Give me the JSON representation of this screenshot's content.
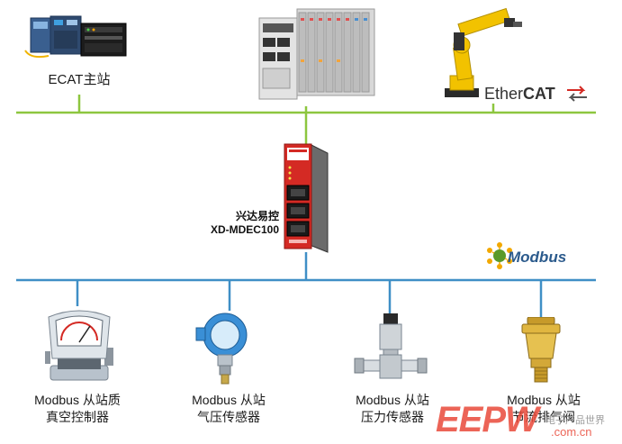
{
  "colors": {
    "ethercat_bus": "#8dc63f",
    "modbus_bus": "#3f8fc6",
    "gateway": "#d42a24",
    "watermark": "#e94a3a"
  },
  "ethercat": {
    "master_label": "ECAT主站",
    "logo_prefix": "Ether",
    "logo_suffix": "CAT"
  },
  "gateway": {
    "label_line1": "兴达易控",
    "label_line2": "XD-MDEC100"
  },
  "modbus": {
    "logo_text": "Modbus",
    "devices": [
      {
        "line1": "Modbus 从站质",
        "line2": "真空控制器",
        "icon": "vacuum-gauge-icon"
      },
      {
        "line1": "Modbus  从站",
        "line2": "气压传感器",
        "icon": "pressure-transmitter-icon"
      },
      {
        "line1": "Modbus  从站",
        "line2": "压力传感器",
        "icon": "pressure-sensor-icon"
      },
      {
        "line1": "Modbus 从站",
        "line2": "节流排气阀",
        "icon": "exhaust-valve-icon"
      }
    ]
  },
  "watermark": {
    "logo": "EEPW",
    "chinese": "电子产品世界",
    "url": ".com.cn"
  }
}
